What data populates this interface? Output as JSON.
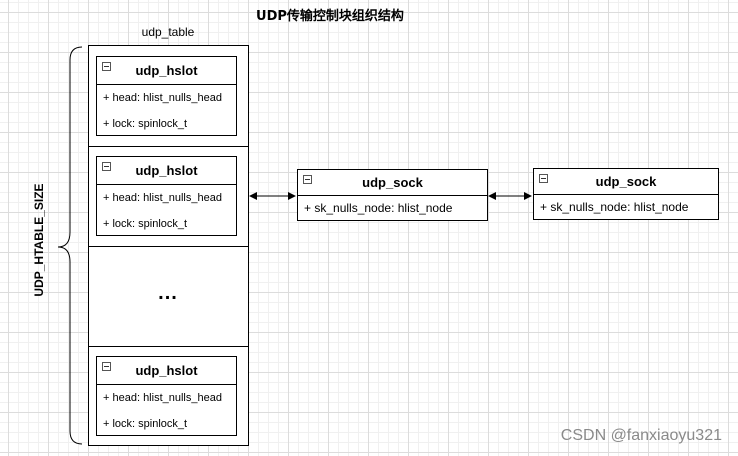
{
  "title": "UDP传输控制块组织结构",
  "table": {
    "label": "udp_table",
    "size_label": "UDP_HTABLE_SIZE",
    "ellipsis": "...",
    "slots": [
      {
        "name": "udp_hslot",
        "fields": [
          "+ head: hlist_nulls_head",
          "+ lock: spinlock_t"
        ]
      },
      {
        "name": "udp_hslot",
        "fields": [
          "+ head: hlist_nulls_head",
          "+ lock: spinlock_t"
        ]
      },
      {
        "name": "udp_hslot",
        "fields": [
          "+ head: hlist_nulls_head",
          "+ lock: spinlock_t"
        ]
      }
    ]
  },
  "socks": [
    {
      "name": "udp_sock",
      "field": "+ sk_nulls_node: hlist_node"
    },
    {
      "name": "udp_sock",
      "field": "+ sk_nulls_node: hlist_node"
    }
  ],
  "watermark": "CSDN @fanxiaoyu321"
}
